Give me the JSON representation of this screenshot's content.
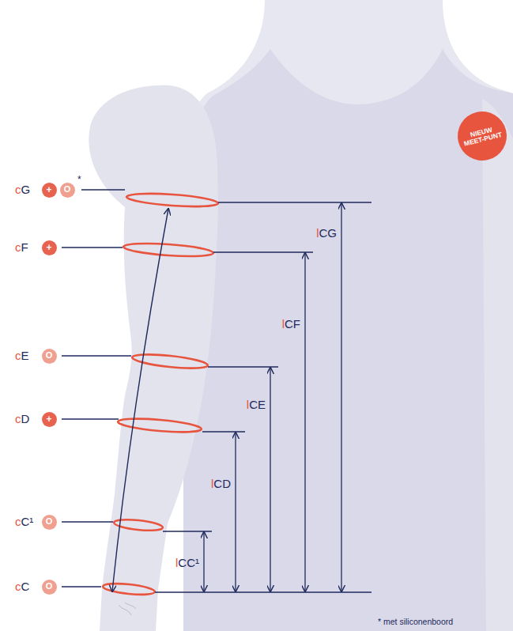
{
  "diagram": {
    "nodes": [
      {
        "text": [
          "NIEUW MEET-PUNT"
        ]
      },
      {
        "text": [
          "+"
        ]
      },
      {
        "text": [
          "O"
        ]
      },
      {
        "text": [
          "+"
        ]
      },
      {
        "text": [
          "O"
        ]
      },
      {
        "text": [
          "+"
        ]
      },
      {
        "text": [
          "O"
        ]
      },
      {
        "text": [
          "O"
        ]
      }
    ],
    "labels": [
      "cG",
      "*",
      "cF",
      "cE",
      "cD",
      "cC¹",
      "cC",
      "lCG",
      "lCF",
      "lCE",
      "lCD",
      "lCC¹",
      "* met siliconenboord"
    ]
  }
}
